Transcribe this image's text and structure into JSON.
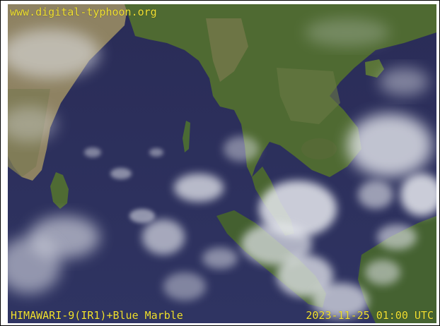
{
  "overlay": {
    "site": "www.digital-typhoon.org",
    "satellite": "HIMAWARI-9(IR1)+Blue Marble",
    "timestamp": "2023-11-25 01:00 UTC"
  },
  "colors": {
    "ocean": "#2b2f5c",
    "land": "#5f7a3e",
    "land_dry": "#8c8460",
    "cloud": "#e6e8ee",
    "label": "#f2e233"
  }
}
